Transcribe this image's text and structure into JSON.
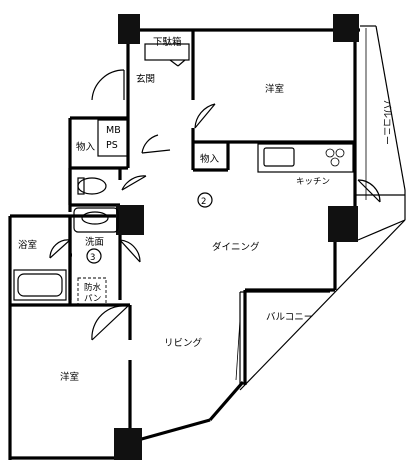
{
  "rooms": {
    "genkan": "玄関",
    "getabako": "下駄箱",
    "yoshitsu_upper": "洋室",
    "yoshitsu_lower": "洋室",
    "balcony_right": "バルコニー",
    "balcony_lower": "バルコニー",
    "mbps_line1": "MB",
    "mbps_line2": "PS",
    "monoire_left": "物入",
    "monoire_center": "物入",
    "kitchen": "キッチン",
    "dining": "ダイニング",
    "senmen": "洗面",
    "yokushitsu": "浴室",
    "bousui_pan_line1": "防水",
    "bousui_pan_line2": "パン",
    "living": "リビング"
  },
  "markers": {
    "circle_2": "2",
    "circle_3": "3"
  }
}
